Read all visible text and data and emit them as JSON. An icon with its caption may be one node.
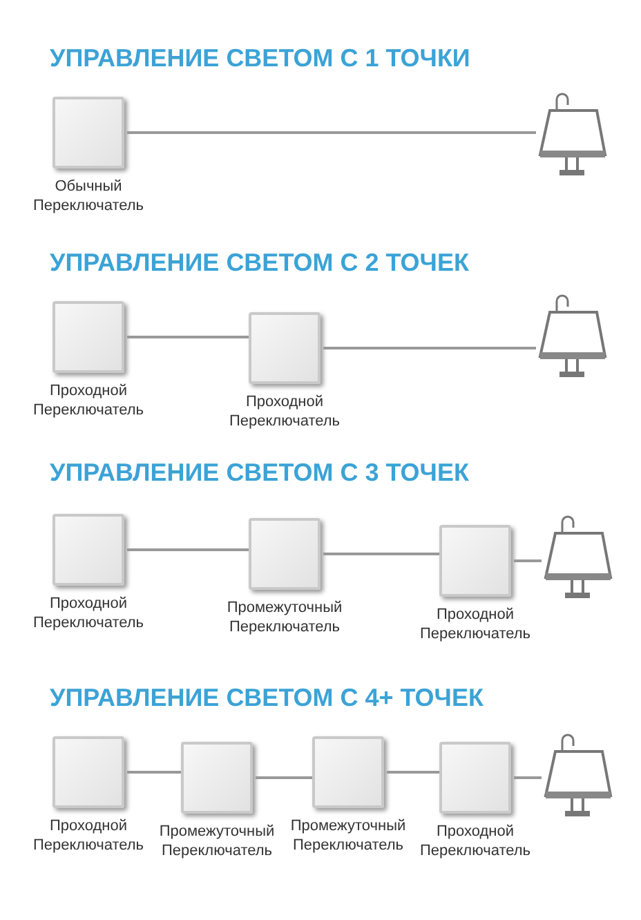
{
  "diagram": {
    "nodes": [
      {
        "text": [
          "Обычный Переключатель"
        ]
      },
      {
        "text": [],
        "shape": "lamp"
      },
      {
        "text": [
          "Проходной Переключатель"
        ]
      },
      {
        "text": [
          "Проходной Переключатель"
        ]
      },
      {
        "text": [],
        "shape": "lamp"
      },
      {
        "text": [
          "Проходной Переключатель"
        ]
      },
      {
        "text": [
          "Промежуточный Переключатель"
        ]
      },
      {
        "text": [
          "Проходной Переключатель"
        ]
      },
      {
        "text": [],
        "shape": "lamp"
      },
      {
        "text": [
          "Проходной Переключатель"
        ]
      },
      {
        "text": [
          "Промежуточный Переключатель"
        ]
      },
      {
        "text": [
          "Промежуточный Переключатель"
        ]
      },
      {
        "text": [
          "Проходной Переключатель"
        ]
      },
      {
        "text": [],
        "shape": "lamp"
      }
    ],
    "edges": [
      {
        "from": 0,
        "to": 1,
        "arrow": "none"
      },
      {
        "from": 2,
        "to": 3,
        "arrow": "none"
      },
      {
        "from": 3,
        "to": 4,
        "arrow": "none"
      },
      {
        "from": 5,
        "to": 6,
        "arrow": "none"
      },
      {
        "from": 6,
        "to": 7,
        "arrow": "none"
      },
      {
        "from": 7,
        "to": 8,
        "arrow": "none"
      },
      {
        "from": 9,
        "to": 10,
        "arrow": "none"
      },
      {
        "from": 10,
        "to": 11,
        "arrow": "none"
      },
      {
        "from": 11,
        "to": 12,
        "arrow": "none"
      },
      {
        "from": 12,
        "to": 13,
        "arrow": "none"
      }
    ],
    "labels": [
      "УПРАВЛЕНИЕ СВЕТОМ С 1 ТОЧКИ",
      "УПРАВЛЕНИЕ СВЕТОМ С 2 ТОЧЕК",
      "УПРАВЛЕНИЕ СВЕТОМ С 3 ТОЧЕК",
      "УПРАВЛЕНИЕ СВЕТОМ С 4+ ТОЧЕК"
    ]
  }
}
